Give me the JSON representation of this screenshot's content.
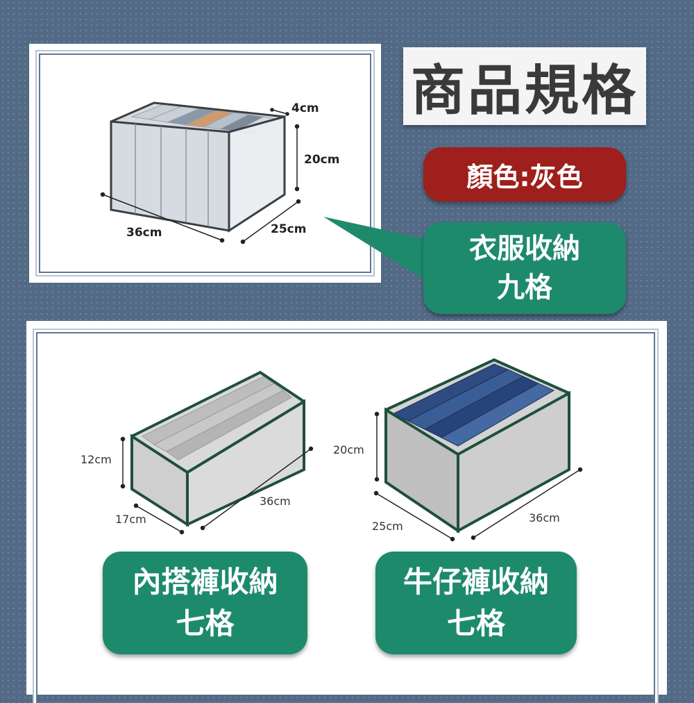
{
  "title": "商品規格",
  "color_label": "顏色:灰色",
  "callout_top": {
    "line1": "衣服收納",
    "line2": "九格"
  },
  "box_nine": {
    "height": "20cm",
    "width": "36cm",
    "depth": "25cm",
    "divider": "4cm"
  },
  "box_underwear": {
    "height": "12cm",
    "width": "36cm",
    "depth": "17cm",
    "label_line1": "內搭褲收納",
    "label_line2": "七格"
  },
  "box_jeans": {
    "height": "20cm",
    "width": "36cm",
    "depth": "25cm",
    "label_line1": "牛仔褲收納",
    "label_line2": "七格"
  },
  "colors": {
    "background": "#536a86",
    "red": "#9e1f1b",
    "green": "#1d8a6c",
    "box_trim": "#1f4f3d"
  }
}
